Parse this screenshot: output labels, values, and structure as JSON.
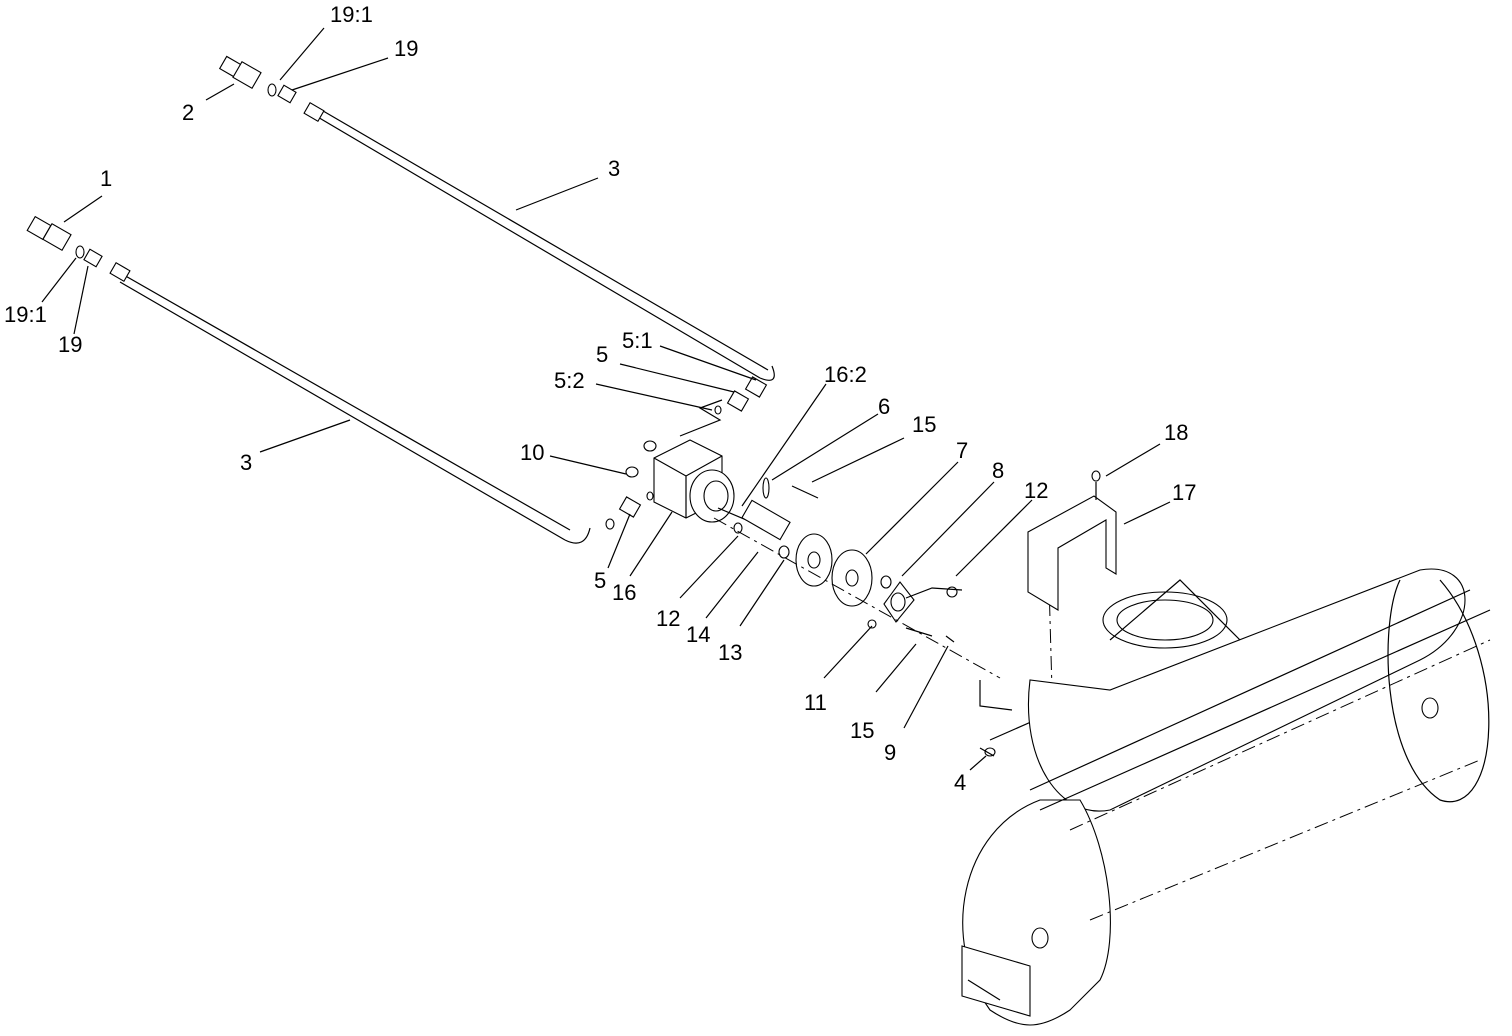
{
  "callouts": [
    {
      "id": "c-19-1-top",
      "text": "19:1"
    },
    {
      "id": "c-19-top",
      "text": "19"
    },
    {
      "id": "c-2",
      "text": "2"
    },
    {
      "id": "c-3-top",
      "text": "3"
    },
    {
      "id": "c-1",
      "text": "1"
    },
    {
      "id": "c-19-1-left",
      "text": "19:1"
    },
    {
      "id": "c-19-left",
      "text": "19"
    },
    {
      "id": "c-5-1",
      "text": "5:1"
    },
    {
      "id": "c-5-top",
      "text": "5"
    },
    {
      "id": "c-5-2",
      "text": "5:2"
    },
    {
      "id": "c-16-2",
      "text": "16:2"
    },
    {
      "id": "c-6",
      "text": "6"
    },
    {
      "id": "c-15-top",
      "text": "15"
    },
    {
      "id": "c-10",
      "text": "10"
    },
    {
      "id": "c-3-left",
      "text": "3"
    },
    {
      "id": "c-7",
      "text": "7"
    },
    {
      "id": "c-8",
      "text": "8"
    },
    {
      "id": "c-12-right",
      "text": "12"
    },
    {
      "id": "c-18",
      "text": "18"
    },
    {
      "id": "c-17",
      "text": "17"
    },
    {
      "id": "c-5-bottom",
      "text": "5"
    },
    {
      "id": "c-16",
      "text": "16"
    },
    {
      "id": "c-12-bottom",
      "text": "12"
    },
    {
      "id": "c-14",
      "text": "14"
    },
    {
      "id": "c-13",
      "text": "13"
    },
    {
      "id": "c-11",
      "text": "11"
    },
    {
      "id": "c-15-bottom",
      "text": "15"
    },
    {
      "id": "c-9",
      "text": "9"
    },
    {
      "id": "c-4",
      "text": "4"
    }
  ]
}
